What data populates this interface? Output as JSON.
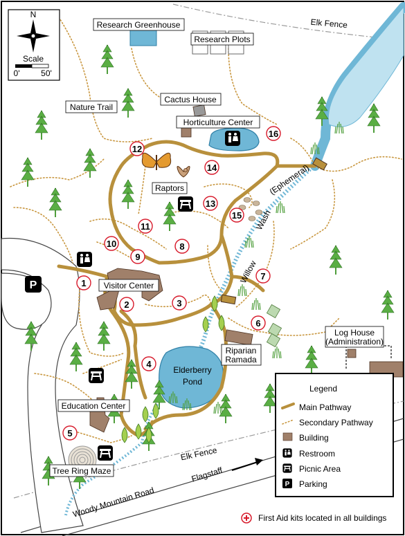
{
  "colors": {
    "main_path": "#b8903c",
    "secondary_path": "#c8963e",
    "building": "#a0806a",
    "water": "#6fb7d6",
    "water_dots": "#3a9bd1",
    "tree": "#4f9e3b",
    "marker_ring": "#d7192a"
  },
  "labels": {
    "research_greenhouse": "Research Greenhouse",
    "research_plots": "Research Plots",
    "elk_fence_top": "Elk Fence",
    "elk_fence_bottom": "Elk Fence",
    "cactus_house": "Cactus House",
    "nature_trail": "Nature Trail",
    "horticulture_center": "Horticulture Center",
    "raptors": "Raptors",
    "visitor_center": "Visitor Center",
    "willow_wash": "Willow",
    "wash": "Wash",
    "ephemeral": "(Ephemeral)",
    "log_house": "Log House",
    "administration": "(Administration)",
    "riparian": "Riparian",
    "ramada": "Ramada",
    "elderberry": "Elderberry",
    "pond": "Pond",
    "education_center": "Education Center",
    "tree_ring_maze": "Tree Ring Maze",
    "woody_mountain_road": "Woody Mountain Road",
    "flagstaff": "Flagstaff",
    "first_aid": "First Aid kits located in all buildings"
  },
  "compass": {
    "north": "N",
    "scale_title": "Scale",
    "scale_start": "0'",
    "scale_end": "50'"
  },
  "parking_symbol": "P",
  "markers": [
    "1",
    "2",
    "3",
    "4",
    "5",
    "6",
    "7",
    "8",
    "9",
    "10",
    "11",
    "12",
    "13",
    "14",
    "15",
    "16"
  ],
  "legend": {
    "title": "Legend",
    "items": [
      "Main Pathway",
      "Secondary Pathway",
      "Building",
      "Restroom",
      "Picnic Area",
      "Parking"
    ],
    "parking_symbol": "P"
  }
}
